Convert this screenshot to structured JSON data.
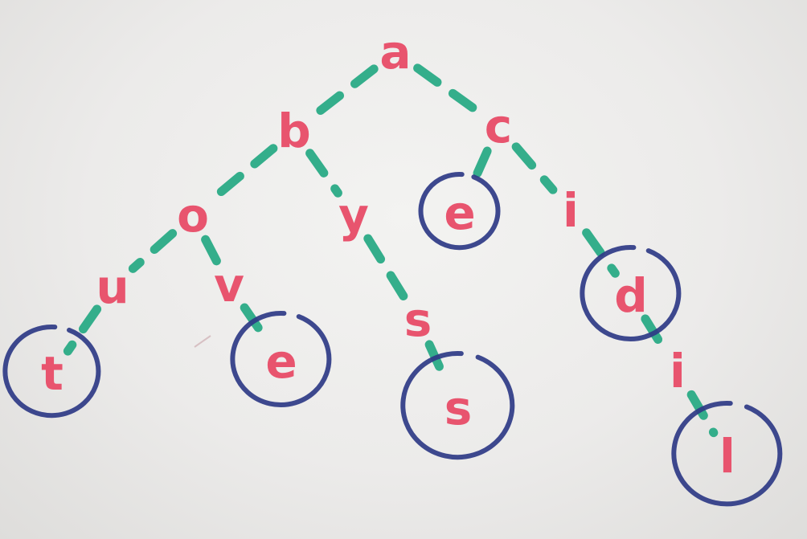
{
  "tree": {
    "nodes": [
      {
        "id": "a",
        "label": "a",
        "terminal": false
      },
      {
        "id": "b",
        "label": "b",
        "terminal": false
      },
      {
        "id": "c",
        "label": "c",
        "terminal": false
      },
      {
        "id": "o",
        "label": "o",
        "terminal": false
      },
      {
        "id": "y",
        "label": "y",
        "terminal": false
      },
      {
        "id": "ce",
        "label": "e",
        "terminal": true
      },
      {
        "id": "i1",
        "label": "i",
        "terminal": false
      },
      {
        "id": "u",
        "label": "u",
        "terminal": false
      },
      {
        "id": "v",
        "label": "v",
        "terminal": false
      },
      {
        "id": "ys",
        "label": "s",
        "terminal": false
      },
      {
        "id": "d",
        "label": "d",
        "terminal": true
      },
      {
        "id": "t",
        "label": "t",
        "terminal": true
      },
      {
        "id": "ve",
        "label": "e",
        "terminal": true
      },
      {
        "id": "ss",
        "label": "s",
        "terminal": true
      },
      {
        "id": "i2",
        "label": "i",
        "terminal": false
      },
      {
        "id": "l",
        "label": "l",
        "terminal": true
      }
    ],
    "edges": [
      [
        "a",
        "b"
      ],
      [
        "a",
        "c"
      ],
      [
        "b",
        "o"
      ],
      [
        "b",
        "y"
      ],
      [
        "c",
        "ce"
      ],
      [
        "c",
        "i1"
      ],
      [
        "o",
        "u"
      ],
      [
        "o",
        "v"
      ],
      [
        "y",
        "ys"
      ],
      [
        "i1",
        "d"
      ],
      [
        "u",
        "t"
      ],
      [
        "v",
        "ve"
      ],
      [
        "ys",
        "ss"
      ],
      [
        "d",
        "i2"
      ],
      [
        "i2",
        "l"
      ]
    ],
    "colors": {
      "letters": "#e8546e",
      "edges": "#24a882",
      "circles": "#2e3a86",
      "board": "#eeeeec"
    }
  }
}
